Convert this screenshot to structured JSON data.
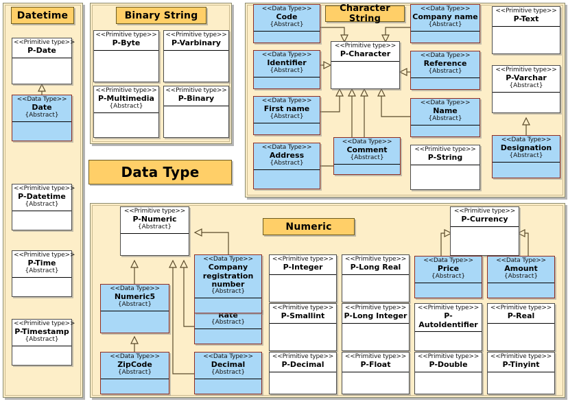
{
  "diagram": {
    "title_plate": "Data Type",
    "colors": {
      "package_fill": "#fdeec8",
      "package_border": "#8a8a6e",
      "plate_fill": "#ffcf68",
      "plate_border": "#6b5a20",
      "datatype_fill": "#a9d8f7",
      "datatype_border": "#8e2b20",
      "primitive_fill": "#ffffff",
      "primitive_border": "#4a4a4a",
      "connector": "#5a4a2a"
    },
    "stereotypes": {
      "primitive": "<<Primitive type>>",
      "datatype": "<<Data Type>>"
    },
    "abstract_marker": "{Abstract}"
  },
  "packages": [
    {
      "id": "datetime",
      "label": "Datetime"
    },
    {
      "id": "binary",
      "label": "Binary String"
    },
    {
      "id": "character",
      "label": "Character String"
    },
    {
      "id": "numeric",
      "label": "Numeric"
    }
  ],
  "classes": {
    "p_date": {
      "stereotype": "<<Primitive type>>",
      "name": "P-Date",
      "abstract": ""
    },
    "date": {
      "stereotype": "<<Data Type>>",
      "name": "Date",
      "abstract": "{Abstract}"
    },
    "p_datetime": {
      "stereotype": "<<Primitive type>>",
      "name": "P-Datetime",
      "abstract": "{Abstract}"
    },
    "p_time": {
      "stereotype": "<<Primitive type>>",
      "name": "P-Time",
      "abstract": "{Abstract}"
    },
    "p_timestamp": {
      "stereotype": "<<Primitive type>>",
      "name": "P-Timestamp",
      "abstract": "{Abstract}"
    },
    "p_byte": {
      "stereotype": "<<Primitive type>>",
      "name": "P-Byte",
      "abstract": ""
    },
    "p_varbinary": {
      "stereotype": "<<Primitive type>>",
      "name": "P-Varbinary",
      "abstract": ""
    },
    "p_multimedia": {
      "stereotype": "<<Primitive type>>",
      "name": "P-Multimedia",
      "abstract": "{Abstract}"
    },
    "p_binary": {
      "stereotype": "<<Primitive type>>",
      "name": "P-Binary",
      "abstract": ""
    },
    "code": {
      "stereotype": "<<Data Type>>",
      "name": "Code",
      "abstract": "{Abstract}"
    },
    "identifier": {
      "stereotype": "<<Data Type>>",
      "name": "Identifier",
      "abstract": "{Abstract}"
    },
    "first_name": {
      "stereotype": "<<Data Type>>",
      "name": "First name",
      "abstract": "{Abstract}"
    },
    "address": {
      "stereotype": "<<Data Type>>",
      "name": "Address",
      "abstract": "{Abstract}"
    },
    "p_character": {
      "stereotype": "<<Primitive type>>",
      "name": "P-Character",
      "abstract": ""
    },
    "comment": {
      "stereotype": "<<Data Type>>",
      "name": "Comment",
      "abstract": "{Abstract}"
    },
    "company_name": {
      "stereotype": "<<Data Type>>",
      "name": "Company name",
      "abstract": "{Abstract}"
    },
    "reference": {
      "stereotype": "<<Data Type>>",
      "name": "Reference",
      "abstract": "{Abstract}"
    },
    "name": {
      "stereotype": "<<Data Type>>",
      "name": "Name",
      "abstract": "{Abstract}"
    },
    "p_string": {
      "stereotype": "<<Primitive type>>",
      "name": "P-String",
      "abstract": ""
    },
    "p_text": {
      "stereotype": "<<Primitive type>>",
      "name": "P-Text",
      "abstract": ""
    },
    "p_varchar": {
      "stereotype": "<<Primitive type>>",
      "name": "P-Varchar",
      "abstract": "{Abstract}"
    },
    "designation": {
      "stereotype": "<<Data Type>>",
      "name": "Designation",
      "abstract": "{Abstract}"
    },
    "p_numeric": {
      "stereotype": "<<Primitive type>>",
      "name": "P-Numeric",
      "abstract": "{Abstract}"
    },
    "numeric5": {
      "stereotype": "<<Data Type>>",
      "name": "Numeric5",
      "abstract": "{Abstract}"
    },
    "zipcode": {
      "stereotype": "<<Data Type>>",
      "name": "ZipCode",
      "abstract": "{Abstract}"
    },
    "company_reg": {
      "stereotype": "<<Data Type>>",
      "name": "Company registration number",
      "abstract": "{Abstract}"
    },
    "rate": {
      "stereotype": "",
      "name": "Rate",
      "abstract": "{Abstract}"
    },
    "decimal": {
      "stereotype": "<<Data Type>>",
      "name": "Decimal",
      "abstract": "{Abstract}"
    },
    "p_integer": {
      "stereotype": "<<Primitive type>>",
      "name": "P-Integer",
      "abstract": ""
    },
    "p_smallint": {
      "stereotype": "<<Primitive type>>",
      "name": "P-Smallint",
      "abstract": ""
    },
    "p_decimal": {
      "stereotype": "<<Primitive type>>",
      "name": "P-Decimal",
      "abstract": ""
    },
    "p_long_real": {
      "stereotype": "<<Primitive type>>",
      "name": "P-Long Real",
      "abstract": ""
    },
    "p_long_int": {
      "stereotype": "<<Primitive type>>",
      "name": "P-Long Integer",
      "abstract": ""
    },
    "p_float": {
      "stereotype": "<<Primitive type>>",
      "name": "P-Float",
      "abstract": ""
    },
    "p_currency": {
      "stereotype": "<<Primitive type>>",
      "name": "P-Currency",
      "abstract": ""
    },
    "price": {
      "stereotype": "<<Data Type>>",
      "name": "Price",
      "abstract": "{Abstract}"
    },
    "amount": {
      "stereotype": "<<Data Type>>",
      "name": "Amount",
      "abstract": "{Abstract}"
    },
    "p_autoident": {
      "stereotype": "<<Primitive type>>",
      "name": "P-AutoIdentifier",
      "abstract": ""
    },
    "p_real": {
      "stereotype": "<<Primitive type>>",
      "name": "P-Real",
      "abstract": ""
    },
    "p_double": {
      "stereotype": "<<Primitive type>>",
      "name": "P-Double",
      "abstract": ""
    },
    "p_tinyint": {
      "stereotype": "<<Primitive type>>",
      "name": "P-Tinyint",
      "abstract": ""
    }
  },
  "generalizations": [
    {
      "from": "date",
      "to": "p_date"
    },
    {
      "from": "code",
      "to": "p_character"
    },
    {
      "from": "identifier",
      "to": "p_character"
    },
    {
      "from": "first_name",
      "to": "p_character"
    },
    {
      "from": "address",
      "to": "p_character"
    },
    {
      "from": "comment",
      "to": "p_character"
    },
    {
      "from": "company_name",
      "to": "p_character"
    },
    {
      "from": "reference",
      "to": "p_character"
    },
    {
      "from": "name",
      "to": "p_character"
    },
    {
      "from": "designation",
      "to": "p_varchar"
    },
    {
      "from": "numeric5",
      "to": "p_numeric"
    },
    {
      "from": "zipcode",
      "to": "numeric5"
    },
    {
      "from": "company_reg",
      "to": "p_numeric"
    },
    {
      "from": "rate",
      "to": "p_numeric"
    },
    {
      "from": "decimal",
      "to": "p_numeric"
    },
    {
      "from": "price",
      "to": "p_currency"
    },
    {
      "from": "amount",
      "to": "p_currency"
    }
  ]
}
